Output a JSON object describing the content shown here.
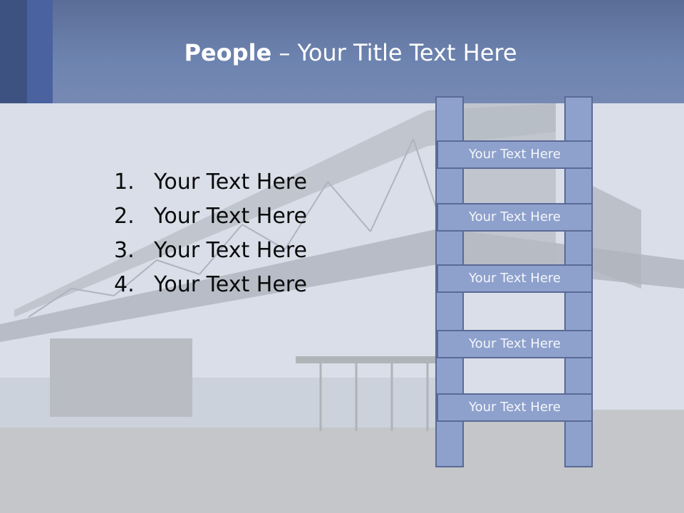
{
  "title": {
    "bold": "People",
    "rest": " – Your Title Text Here"
  },
  "list": {
    "items": [
      {
        "num": "1.",
        "text": "Your Text Here"
      },
      {
        "num": "2.",
        "text": "Your Text Here"
      },
      {
        "num": "3.",
        "text": "Your Text Here"
      },
      {
        "num": "4.",
        "text": "Your Text Here"
      }
    ]
  },
  "ladder": {
    "rungs": [
      "Your Text Here",
      "Your Text Here",
      "Your Text Here",
      "Your Text Here",
      "Your Text Here"
    ]
  },
  "colors": {
    "header": "#6e84b0",
    "accent_dark": "#3d5280",
    "ladder_fill": "#8ea1cc",
    "ladder_border": "#5a6a96"
  }
}
